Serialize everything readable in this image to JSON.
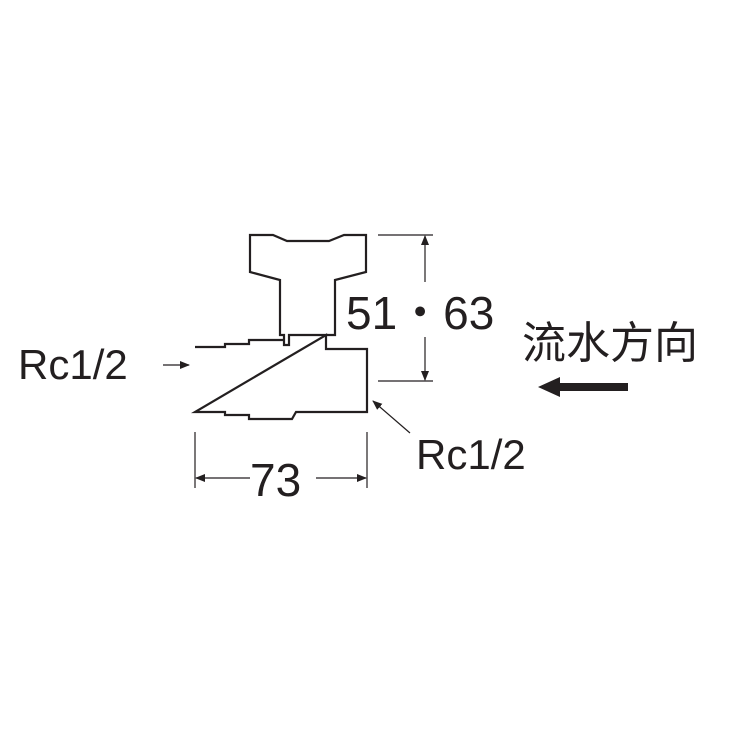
{
  "diagram": {
    "width_dimension": "73",
    "height_dimension": "51・63",
    "inlet_thread_left": "Rc1/2",
    "outlet_thread_right": "Rc1/2",
    "flow_direction_label": "流水方向",
    "line_color": "#231f20"
  }
}
